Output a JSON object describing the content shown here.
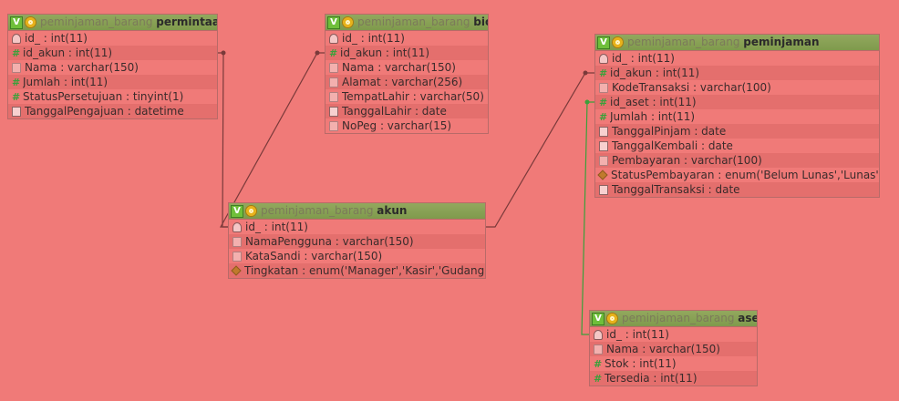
{
  "tables": [
    {
      "id": "permintaan",
      "db": "peminjaman_barang",
      "name": "permintaan",
      "columns": [
        {
          "text": "id_ : int(11)",
          "icon": "key"
        },
        {
          "text": "id_akun : int(11)",
          "icon": "num"
        },
        {
          "text": "Nama : varchar(150)",
          "icon": "text"
        },
        {
          "text": "Jumlah : int(11)",
          "icon": "num"
        },
        {
          "text": "StatusPersetujuan : tinyint(1)",
          "icon": "num"
        },
        {
          "text": "TanggalPengajuan : datetime",
          "icon": "date"
        }
      ]
    },
    {
      "id": "bio",
      "db": "peminjaman_barang",
      "name": "bio",
      "columns": [
        {
          "text": "id_ : int(11)",
          "icon": "key"
        },
        {
          "text": "id_akun : int(11)",
          "icon": "num"
        },
        {
          "text": "Nama : varchar(150)",
          "icon": "text"
        },
        {
          "text": "Alamat : varchar(256)",
          "icon": "text"
        },
        {
          "text": "TempatLahir : varchar(50)",
          "icon": "text"
        },
        {
          "text": "TanggalLahir : date",
          "icon": "date"
        },
        {
          "text": "NoPeg : varchar(15)",
          "icon": "text"
        }
      ]
    },
    {
      "id": "peminjaman",
      "db": "peminjaman_barang",
      "name": "peminjaman",
      "columns": [
        {
          "text": "id_ : int(11)",
          "icon": "key"
        },
        {
          "text": "id_akun : int(11)",
          "icon": "num"
        },
        {
          "text": "KodeTransaksi : varchar(100)",
          "icon": "text"
        },
        {
          "text": "id_aset : int(11)",
          "icon": "num"
        },
        {
          "text": "Jumlah : int(11)",
          "icon": "num"
        },
        {
          "text": "TanggalPinjam : date",
          "icon": "date"
        },
        {
          "text": "TanggalKembali : date",
          "icon": "date"
        },
        {
          "text": "Pembayaran : varchar(100)",
          "icon": "text"
        },
        {
          "text": "StatusPembayaran : enum('Belum Lunas','Lunas')",
          "icon": "enum"
        },
        {
          "text": "TanggalTransaksi : date",
          "icon": "date"
        }
      ]
    },
    {
      "id": "akun",
      "db": "peminjaman_barang",
      "name": "akun",
      "columns": [
        {
          "text": "id_ : int(11)",
          "icon": "key"
        },
        {
          "text": "NamaPengguna : varchar(150)",
          "icon": "text"
        },
        {
          "text": "KataSandi : varchar(150)",
          "icon": "text"
        },
        {
          "text": "Tingkatan : enum('Manager','Kasir','Gudang')",
          "icon": "enum"
        }
      ]
    },
    {
      "id": "aset",
      "db": "peminjaman_barang",
      "name": "aset",
      "columns": [
        {
          "text": "id_ : int(11)",
          "icon": "key"
        },
        {
          "text": "Nama : varchar(150)",
          "icon": "text"
        },
        {
          "text": "Stok : int(11)",
          "icon": "num"
        },
        {
          "text": "Tersedia : int(11)",
          "icon": "num"
        }
      ]
    }
  ],
  "relations": [
    {
      "from": "permintaan.id_akun",
      "to": "akun.id_",
      "color": "#7a3a3a"
    },
    {
      "from": "bio.id_akun",
      "to": "akun.id_",
      "color": "#7a3a3a"
    },
    {
      "from": "peminjaman.id_akun",
      "to": "akun.id_",
      "color": "#7a3a3a"
    },
    {
      "from": "peminjaman.id_aset",
      "to": "aset.id_",
      "color": "#3aa03a"
    }
  ],
  "colors": {
    "canvas": "#f07a78",
    "header": "#8aa35a",
    "key_icon": "#f4c7c6",
    "enum_icon": "#c07a2c"
  }
}
